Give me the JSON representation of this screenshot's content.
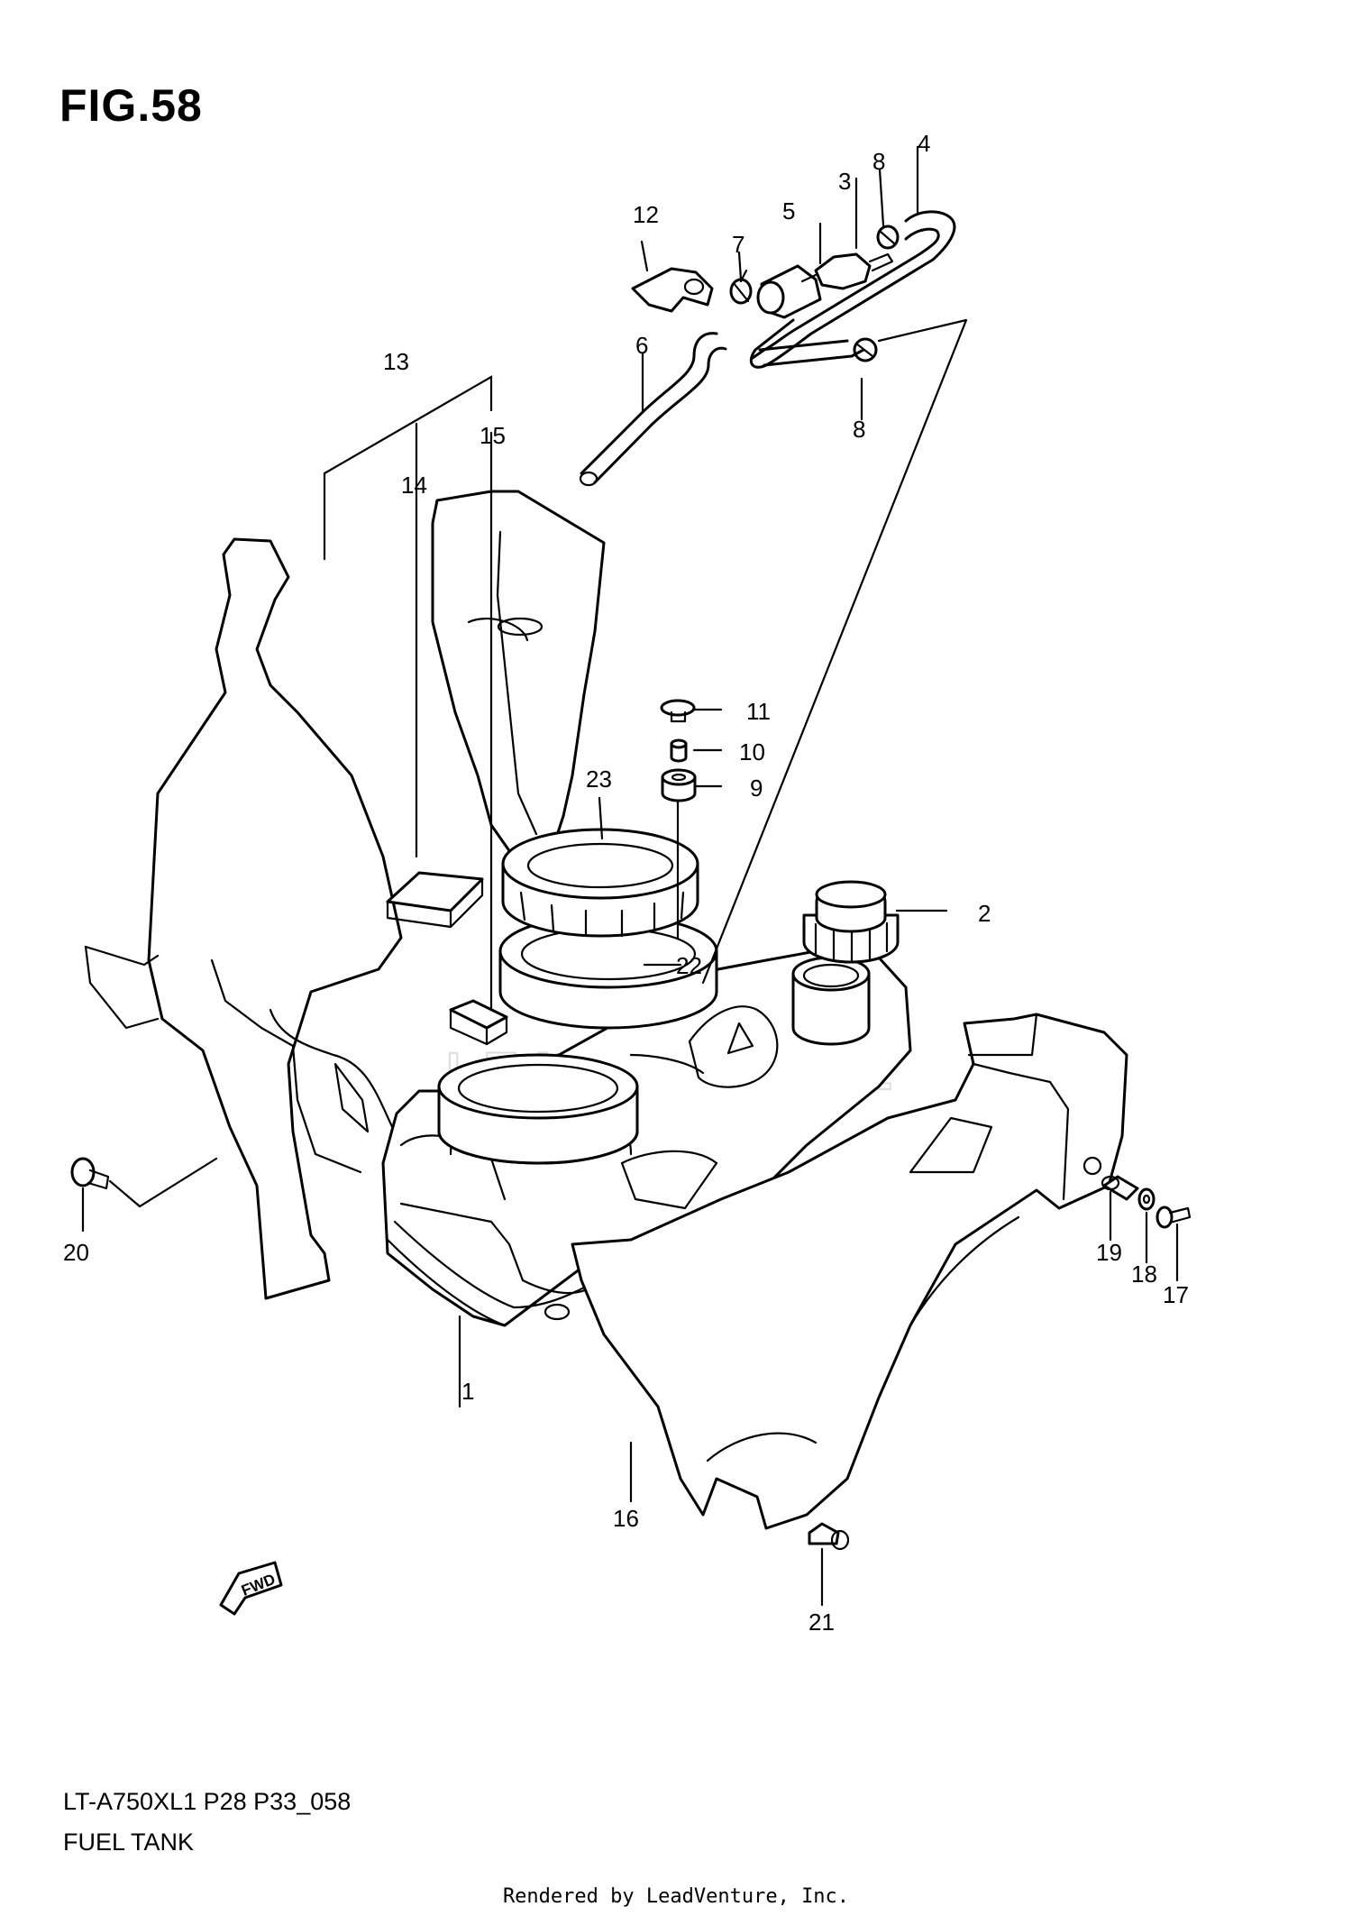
{
  "figure": {
    "title": "FIG.58",
    "model_code": "LT-A750XL1 P28 P33_058",
    "section_name": "FUEL TANK",
    "footer": "Rendered by LeadVenture, Inc.",
    "watermark": "LEADVENTURE",
    "fwd_label": "FWD"
  },
  "callouts": [
    {
      "id": "1",
      "label": "1"
    },
    {
      "id": "2",
      "label": "2"
    },
    {
      "id": "3",
      "label": "3"
    },
    {
      "id": "4",
      "label": "4"
    },
    {
      "id": "5",
      "label": "5"
    },
    {
      "id": "6",
      "label": "6"
    },
    {
      "id": "7",
      "label": "7"
    },
    {
      "id": "8a",
      "label": "8"
    },
    {
      "id": "8b",
      "label": "8"
    },
    {
      "id": "9",
      "label": "9"
    },
    {
      "id": "10",
      "label": "10"
    },
    {
      "id": "11",
      "label": "11"
    },
    {
      "id": "12",
      "label": "12"
    },
    {
      "id": "13",
      "label": "13"
    },
    {
      "id": "14",
      "label": "14"
    },
    {
      "id": "15",
      "label": "15"
    },
    {
      "id": "16",
      "label": "16"
    },
    {
      "id": "17",
      "label": "17"
    },
    {
      "id": "18",
      "label": "18"
    },
    {
      "id": "19",
      "label": "19"
    },
    {
      "id": "20",
      "label": "20"
    },
    {
      "id": "21",
      "label": "21"
    },
    {
      "id": "22",
      "label": "22"
    },
    {
      "id": "23",
      "label": "23"
    }
  ]
}
